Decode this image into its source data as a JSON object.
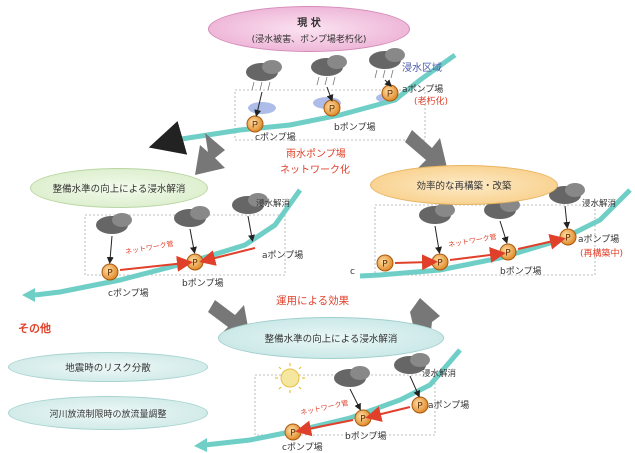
{
  "top": {
    "title": "現 状",
    "subtitle": "(浸水被害、ポンプ場老朽化)",
    "flood_area": "浸水区域",
    "a_pump": "aポンプ場",
    "a_aging": "(老朽化)",
    "b_pump": "bポンプ場",
    "c_pump": "cポンプ場"
  },
  "center_note": {
    "line1": "雨水ポンプ場",
    "line2": "ネットワーク化"
  },
  "left_mid": {
    "title": "整備水準の向上による浸水解消",
    "network": "ネットワーク管",
    "a_pump": "aポンプ場",
    "b_pump": "bポンプ場",
    "c_pump": "cポンプ場",
    "flood_resolved": "浸水解消"
  },
  "right_mid": {
    "title": "効率的な再構築・改築",
    "flood_resolved": "浸水解消",
    "network": "ネットワーク管",
    "a_pump": "aポンプ場",
    "a_rebuild": "(再構築中)",
    "b_pump": "bポンプ場",
    "c_pump": "c"
  },
  "operation_effect": "運用による効果",
  "bottom": {
    "title": "整備水準の向上による浸水解消",
    "flood_resolved": "浸水解消",
    "network": "ネットワーク管",
    "a_pump": "aポンプ場",
    "b_pump": "bポンプ場",
    "c_pump": "cポンプ場"
  },
  "other": {
    "heading": "その他",
    "item1": "地震時のリスク分散",
    "item2": "河川放流制限時の放流量調整"
  },
  "colors": {
    "pink": "#e9a6cf",
    "green": "#d6ebc4",
    "orange": "#f7c97c",
    "teal": "#bfe3e2",
    "river": "#6fcfc7",
    "network": "#e0402a",
    "pump": "#f1a04a"
  }
}
